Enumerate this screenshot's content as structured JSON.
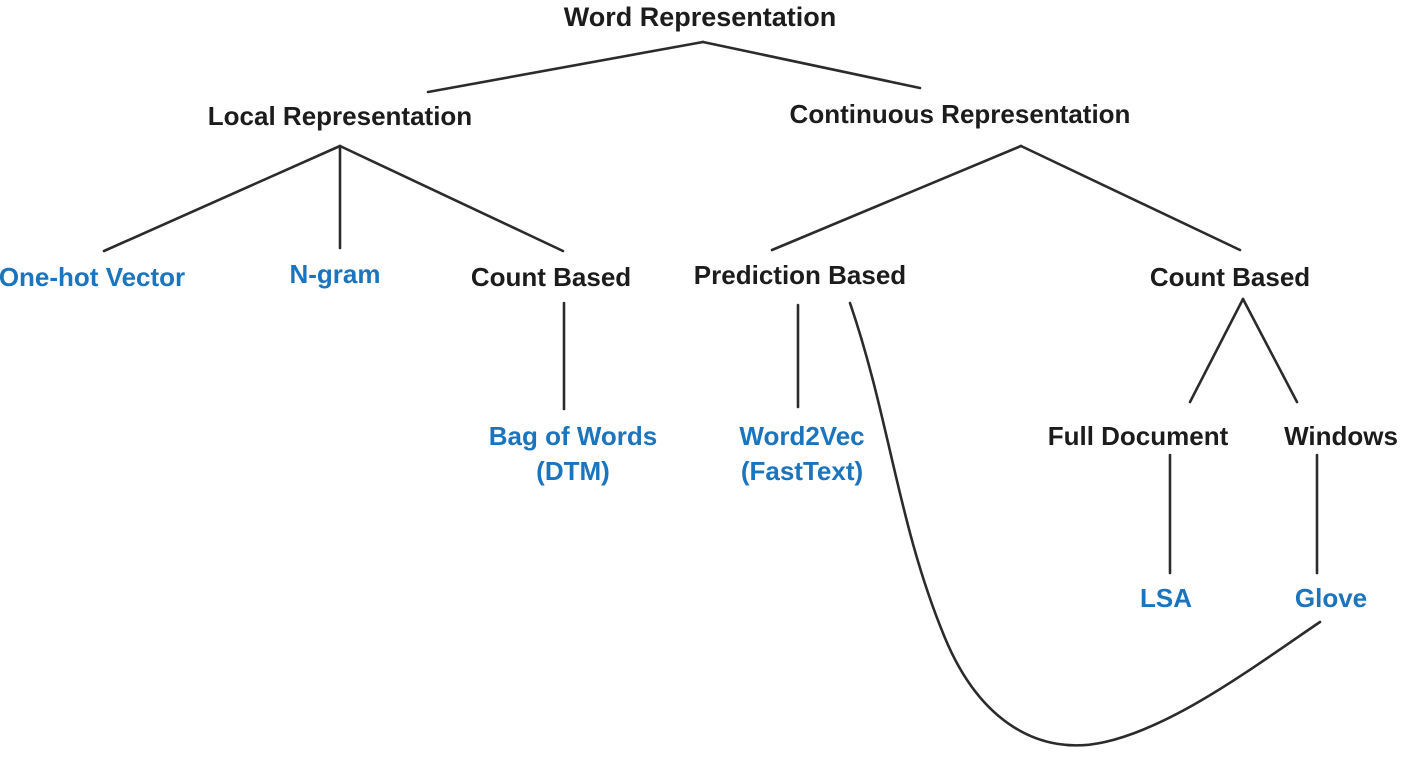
{
  "diagram": {
    "title": "Word Representation taxonomy tree",
    "colors": {
      "background": "#ffffff",
      "category_text": "#1c1c1c",
      "method_text": "#1b74be",
      "line": "#2b2b2b"
    },
    "nodes": {
      "root": {
        "label": "Word Representation"
      },
      "local": {
        "label": "Local Representation"
      },
      "continuous": {
        "label": "Continuous Representation"
      },
      "one_hot": {
        "label": "One-hot Vector"
      },
      "n_gram": {
        "label": "N-gram"
      },
      "count_based_local": {
        "label": "Count Based"
      },
      "prediction_based": {
        "label": "Prediction Based"
      },
      "count_based_continuous": {
        "label": "Count Based"
      },
      "bag_of_words": {
        "line1": "Bag of Words",
        "line2": "(DTM)"
      },
      "word2vec": {
        "line1": "Word2Vec",
        "line2": "(FastText)"
      },
      "full_document": {
        "label": "Full Document"
      },
      "windows": {
        "label": "Windows"
      },
      "lsa": {
        "label": "LSA"
      },
      "glove": {
        "label": "Glove"
      }
    },
    "edges": [
      {
        "from": "Word Representation",
        "to": "Local Representation"
      },
      {
        "from": "Word Representation",
        "to": "Continuous Representation"
      },
      {
        "from": "Local Representation",
        "to": "One-hot Vector"
      },
      {
        "from": "Local Representation",
        "to": "N-gram"
      },
      {
        "from": "Local Representation",
        "to": "Count Based"
      },
      {
        "from": "Count Based (local)",
        "to": "Bag of Words (DTM)"
      },
      {
        "from": "Continuous Representation",
        "to": "Prediction Based"
      },
      {
        "from": "Continuous Representation",
        "to": "Count Based"
      },
      {
        "from": "Prediction Based",
        "to": "Word2Vec (FastText)"
      },
      {
        "from": "Prediction Based",
        "to": "Glove",
        "style": "curved"
      },
      {
        "from": "Count Based (continuous)",
        "to": "Full Document"
      },
      {
        "from": "Count Based (continuous)",
        "to": "Windows"
      },
      {
        "from": "Full Document",
        "to": "LSA"
      },
      {
        "from": "Windows",
        "to": "Glove"
      }
    ]
  }
}
